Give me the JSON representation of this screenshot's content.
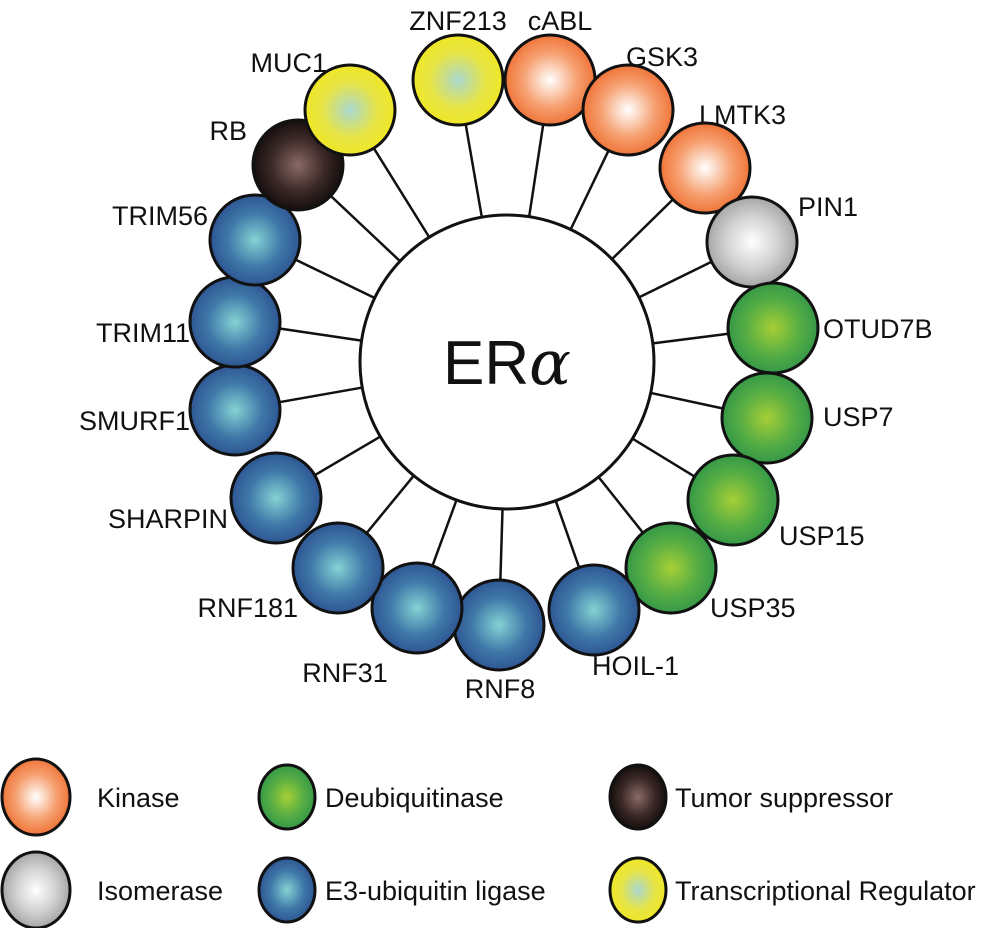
{
  "center": {
    "label_main": "ER",
    "label_greek": "α",
    "full_label": "ERα"
  },
  "categories": {
    "kinase": {
      "label": "Kinase",
      "colors": {
        "highlight": "#ffffff",
        "mid": "#f6a070",
        "edge": "#ee6a2c"
      }
    },
    "deubiquitinase": {
      "label": "Deubiquitinase",
      "colors": {
        "highlight": "#a6cf36",
        "mid": "#56ad44",
        "edge": "#2e9448"
      }
    },
    "tumor_suppressor": {
      "label": "Tumor suppressor",
      "colors": {
        "highlight": "#8a6a66",
        "mid": "#3a2826",
        "edge": "#0d0908"
      }
    },
    "isomerase": {
      "label": "Isomerase",
      "colors": {
        "highlight": "#ffffff",
        "mid": "#cfcfcf",
        "edge": "#9c9c9c"
      }
    },
    "e3_ligase": {
      "label": "E3-ubiquitin ligase",
      "colors": {
        "highlight": "#84d2d4",
        "mid": "#3f78a8",
        "edge": "#2a4e8e"
      }
    },
    "transcriptional_regulator": {
      "label": "Transcriptional Regulator",
      "colors": {
        "highlight": "#a9d8d0",
        "mid": "#e6e446",
        "edge": "#f2e81e"
      }
    }
  },
  "nodes": [
    {
      "label": "ZNF213",
      "category": "transcriptional_regulator"
    },
    {
      "label": "cABL",
      "category": "kinase"
    },
    {
      "label": "GSK3",
      "category": "kinase"
    },
    {
      "label": "LMTK3",
      "category": "kinase"
    },
    {
      "label": "PIN1",
      "category": "isomerase"
    },
    {
      "label": "OTUD7B",
      "category": "deubiquitinase"
    },
    {
      "label": "USP7",
      "category": "deubiquitinase"
    },
    {
      "label": "USP15",
      "category": "deubiquitinase"
    },
    {
      "label": "USP35",
      "category": "deubiquitinase"
    },
    {
      "label": "HOIL-1",
      "category": "e3_ligase"
    },
    {
      "label": "RNF8",
      "category": "e3_ligase"
    },
    {
      "label": "RNF31",
      "category": "e3_ligase"
    },
    {
      "label": "RNF181",
      "category": "e3_ligase"
    },
    {
      "label": "SHARPIN",
      "category": "e3_ligase"
    },
    {
      "label": "SMURF1",
      "category": "e3_ligase"
    },
    {
      "label": "TRIM11",
      "category": "e3_ligase"
    },
    {
      "label": "TRIM56",
      "category": "e3_ligase"
    },
    {
      "label": "RB",
      "category": "tumor_suppressor"
    },
    {
      "label": "MUC1",
      "category": "transcriptional_regulator"
    }
  ],
  "legend": {
    "rows": [
      [
        "kinase",
        "deubiquitinase",
        "tumor_suppressor"
      ],
      [
        "isomerase",
        "e3_ligase",
        "transcriptional_regulator"
      ]
    ]
  }
}
